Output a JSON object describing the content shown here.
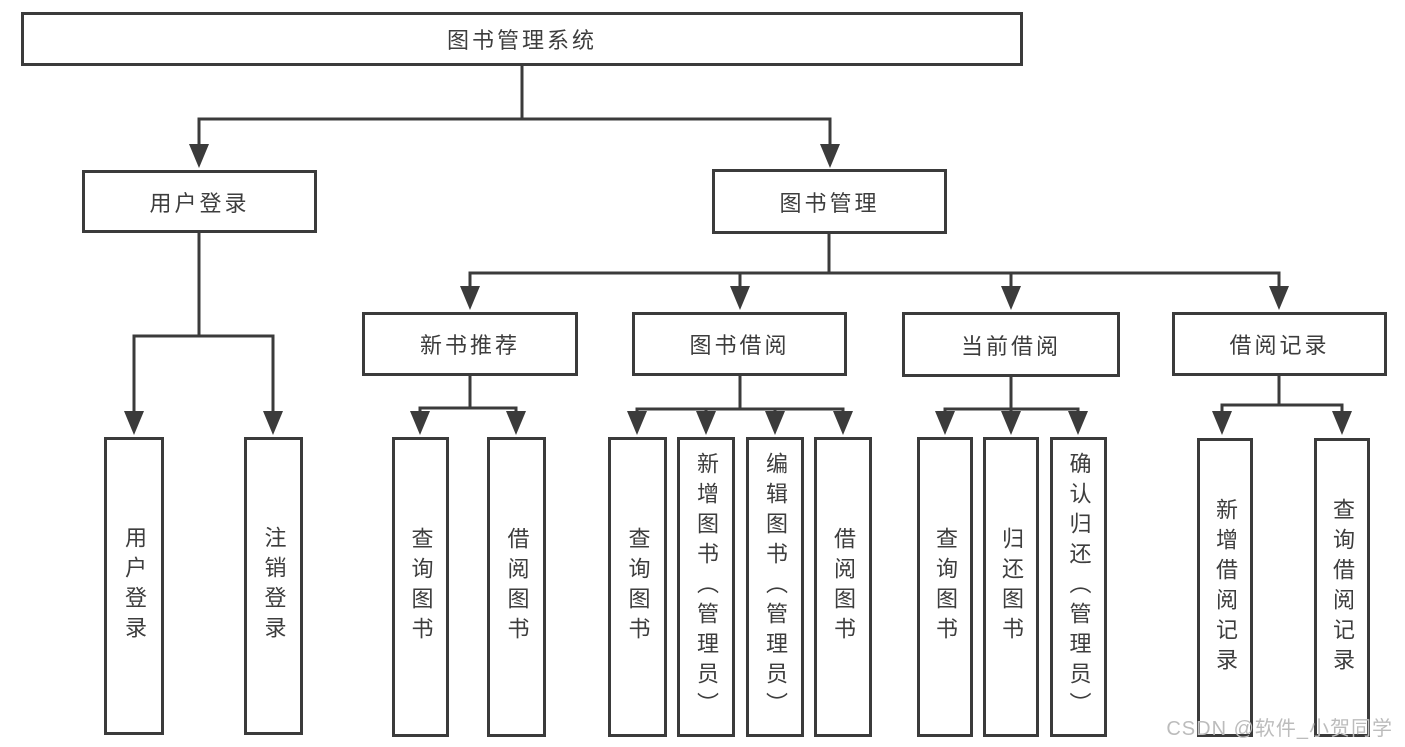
{
  "diagram_type": "hierarchy-tree",
  "tree": {
    "label": "图书管理系统",
    "children": [
      {
        "label": "用户登录",
        "children": [
          {
            "label": "用户登录"
          },
          {
            "label": "注销登录"
          }
        ]
      },
      {
        "label": "图书管理",
        "children": [
          {
            "label": "新书推荐",
            "children": [
              {
                "label": "查询图书"
              },
              {
                "label": "借阅图书"
              }
            ]
          },
          {
            "label": "图书借阅",
            "children": [
              {
                "label": "查询图书"
              },
              {
                "label": "新增图书（管理员）"
              },
              {
                "label": "编辑图书（管理员）"
              },
              {
                "label": "借阅图书"
              }
            ]
          },
          {
            "label": "当前借阅",
            "children": [
              {
                "label": "查询图书"
              },
              {
                "label": "归还图书"
              },
              {
                "label": "确认归还（管理员）"
              }
            ]
          },
          {
            "label": "借阅记录",
            "children": [
              {
                "label": "新增借阅记录"
              },
              {
                "label": "查询借阅记录"
              }
            ]
          }
        ]
      }
    ]
  },
  "watermark": {
    "text": "CSDN @软件_小贺同学"
  },
  "colors": {
    "line": "#3b3b3b",
    "box_border": "#3b3b3b",
    "box_fill": "#ffffff",
    "text": "#3d3d3d",
    "watermark": "#bcbcbc",
    "background": "#ffffff"
  }
}
